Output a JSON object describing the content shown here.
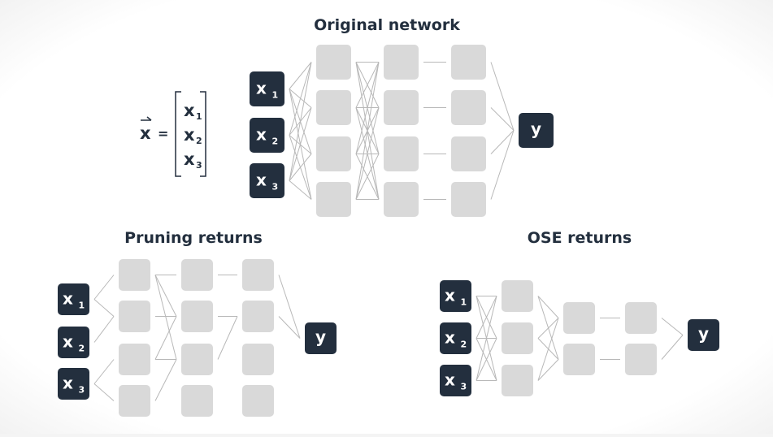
{
  "colors": {
    "dark_node": "#232f3e",
    "light_node": "#d9d9d9",
    "edge": "#b8b8b8",
    "title": "#232f3e"
  },
  "vector": {
    "symbol": "x",
    "equals": "=",
    "entries": [
      {
        "base": "x",
        "sub": "1"
      },
      {
        "base": "x",
        "sub": "2"
      },
      {
        "base": "x",
        "sub": "3"
      }
    ]
  },
  "networks": [
    {
      "id": "original",
      "title": "Original network",
      "inputs": [
        {
          "base": "x",
          "sub": "1"
        },
        {
          "base": "x",
          "sub": "2"
        },
        {
          "base": "x",
          "sub": "3"
        }
      ],
      "hidden_layers": [
        4,
        4,
        4
      ],
      "output": "y",
      "edges_in": "full",
      "edges_hidden": [
        [
          [
            0,
            0
          ],
          [
            0,
            1
          ],
          [
            0,
            2
          ],
          [
            0,
            3
          ],
          [
            1,
            0
          ],
          [
            1,
            1
          ],
          [
            1,
            2
          ],
          [
            1,
            3
          ],
          [
            2,
            0
          ],
          [
            2,
            1
          ],
          [
            2,
            2
          ],
          [
            2,
            3
          ],
          [
            3,
            0
          ],
          [
            3,
            1
          ],
          [
            3,
            2
          ],
          [
            3,
            3
          ]
        ],
        [
          [
            0,
            0
          ],
          [
            1,
            1
          ],
          [
            2,
            2
          ],
          [
            3,
            3
          ]
        ]
      ],
      "edges_out": [
        0,
        1,
        2,
        3
      ]
    },
    {
      "id": "pruning",
      "title": "Pruning returns",
      "inputs": [
        {
          "base": "x",
          "sub": "1"
        },
        {
          "base": "x",
          "sub": "2"
        },
        {
          "base": "x",
          "sub": "3"
        }
      ],
      "hidden_layers": [
        4,
        4,
        4
      ],
      "output": "y",
      "edges_in_list": [
        [
          0,
          0
        ],
        [
          0,
          1
        ],
        [
          1,
          1
        ],
        [
          2,
          2
        ],
        [
          2,
          3
        ]
      ],
      "edges_hidden": [
        [
          [
            0,
            0
          ],
          [
            0,
            1
          ],
          [
            0,
            2
          ],
          [
            1,
            1
          ],
          [
            2,
            1
          ],
          [
            2,
            2
          ],
          [
            3,
            2
          ]
        ],
        [
          [
            0,
            0
          ],
          [
            1,
            1
          ],
          [
            2,
            1
          ]
        ]
      ],
      "edges_out": [
        0,
        1
      ]
    },
    {
      "id": "ose",
      "title": "OSE returns",
      "inputs": [
        {
          "base": "x",
          "sub": "1"
        },
        {
          "base": "x",
          "sub": "2"
        },
        {
          "base": "x",
          "sub": "3"
        }
      ],
      "hidden_layers": [
        3,
        2,
        2
      ],
      "output": "y",
      "edges_in": "full",
      "edges_hidden": [
        [
          [
            0,
            0
          ],
          [
            0,
            1
          ],
          [
            1,
            0
          ],
          [
            1,
            1
          ],
          [
            2,
            0
          ],
          [
            2,
            1
          ]
        ],
        [
          [
            0,
            0
          ],
          [
            1,
            1
          ]
        ]
      ],
      "edges_out": [
        0,
        1
      ]
    }
  ]
}
